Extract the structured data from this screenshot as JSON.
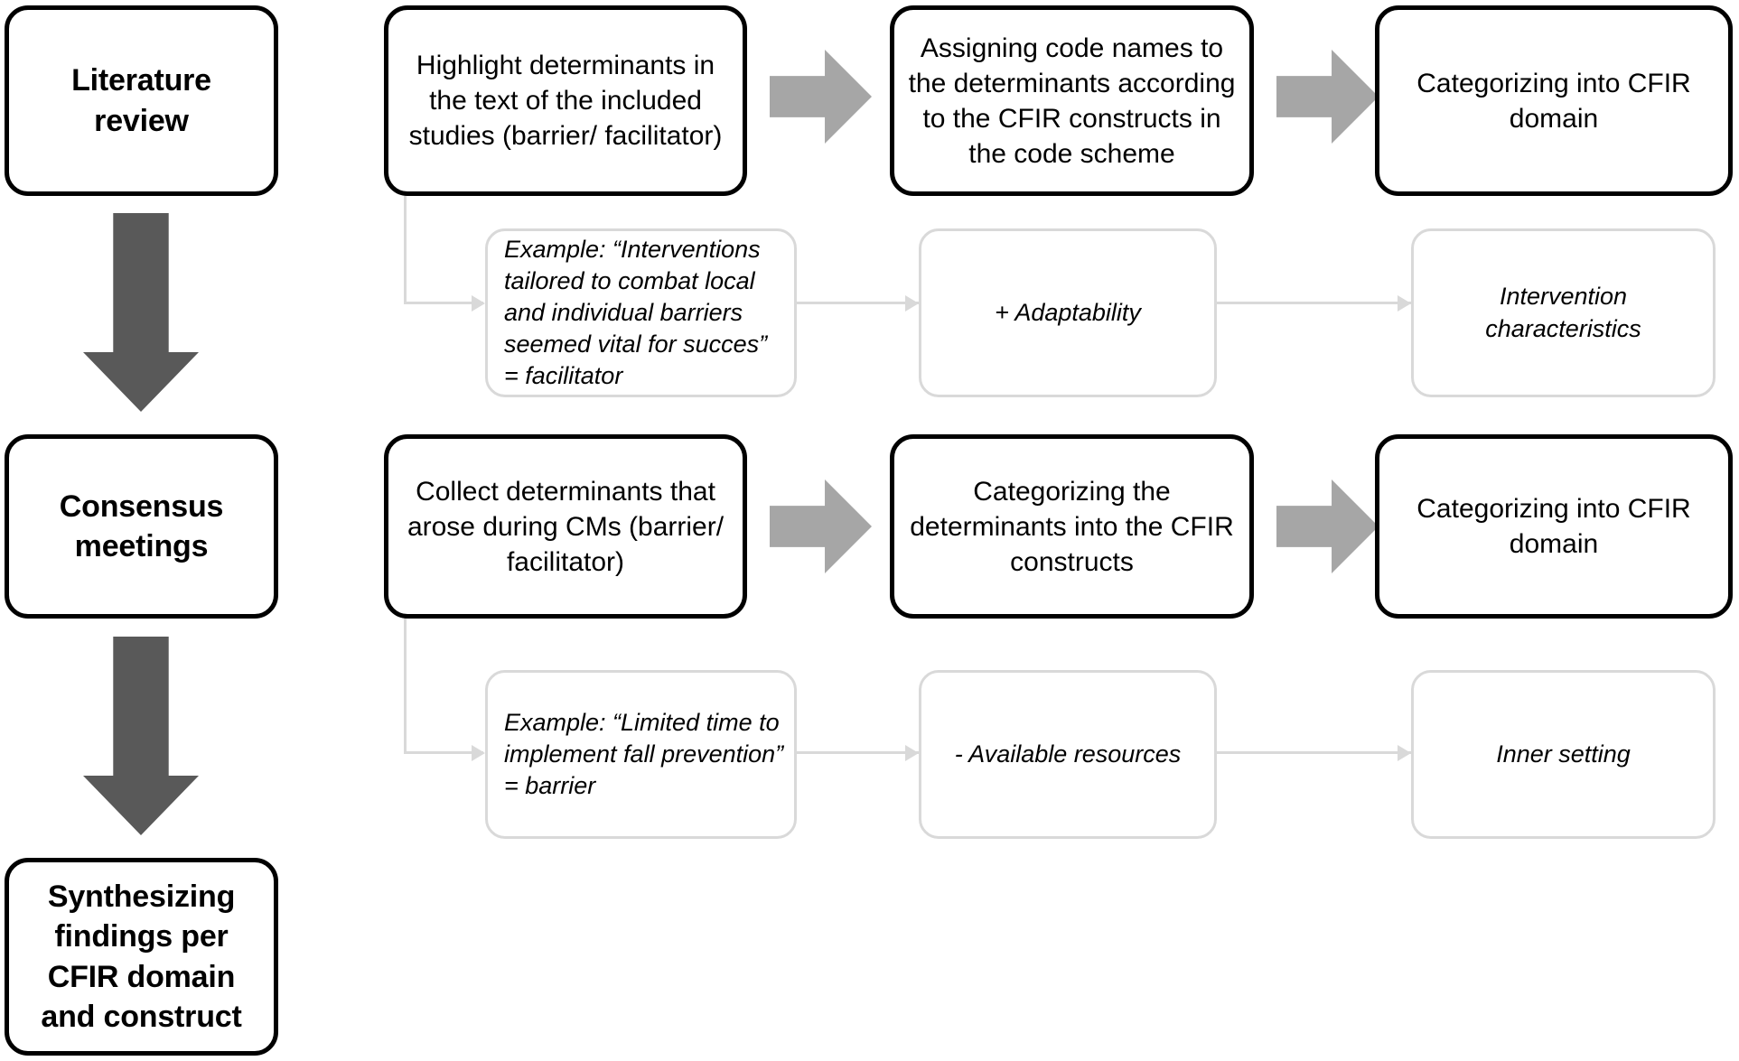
{
  "diagram": {
    "title": "CFIR coding process flowchart",
    "colors": {
      "box_strong_border": "#000000",
      "box_light_border": "#d9d9d9",
      "arrow_right_fill": "#a6a6a6",
      "arrow_down_fill": "#595959",
      "connector_line": "#d9d9d9",
      "background": "#ffffff",
      "text": "#000000"
    },
    "stages": [
      {
        "id": "literature-review",
        "label": "Literature\nreview"
      },
      {
        "id": "consensus-meetings",
        "label": "Consensus\nmeetings"
      },
      {
        "id": "synthesizing",
        "label": "Synthesizing\nfindings per\nCFIR domain\nand construct"
      }
    ],
    "row_literature": {
      "steps": [
        {
          "id": "highlight-determinants",
          "label": "Highlight determinants in\nthe text of the included\nstudies (barrier/ facilitator)"
        },
        {
          "id": "assigning-code-names",
          "label": "Assigning code names to\nthe determinants according\nto the CFIR constructs in\nthe code scheme"
        },
        {
          "id": "categorizing-cfir-domain",
          "label": "Categorizing into CFIR\ndomain"
        }
      ],
      "example": [
        {
          "id": "example-quote",
          "label": "Example: “Interventions\ntailored to combat local\nand individual barriers\nseemed vital for succes”\n= facilitator"
        },
        {
          "id": "example-construct",
          "label": "+ Adaptability"
        },
        {
          "id": "example-domain",
          "label": "Intervention\ncharacteristics"
        }
      ]
    },
    "row_consensus": {
      "steps": [
        {
          "id": "collect-determinants",
          "label": "Collect determinants that\narose during CMs (barrier/\nfacilitator)"
        },
        {
          "id": "categorizing-constructs",
          "label": "Categorizing the\ndeterminants into the CFIR\nconstructs"
        },
        {
          "id": "categorizing-cfir-domain-2",
          "label": "Categorizing into CFIR\ndomain"
        }
      ],
      "example": [
        {
          "id": "example-quote-2",
          "label": "Example: “Limited time to\nimplement fall prevention”\n= barrier"
        },
        {
          "id": "example-construct-2",
          "label": "- Available resources"
        },
        {
          "id": "example-domain-2",
          "label": "Inner setting"
        }
      ]
    },
    "connectors": {
      "down_arrow_1": "down-arrow-literature-to-consensus",
      "down_arrow_2": "down-arrow-consensus-to-synthesis",
      "block_arrow_labels": [
        "step-arrow-1",
        "step-arrow-2",
        "step-arrow-3",
        "step-arrow-4"
      ]
    }
  }
}
